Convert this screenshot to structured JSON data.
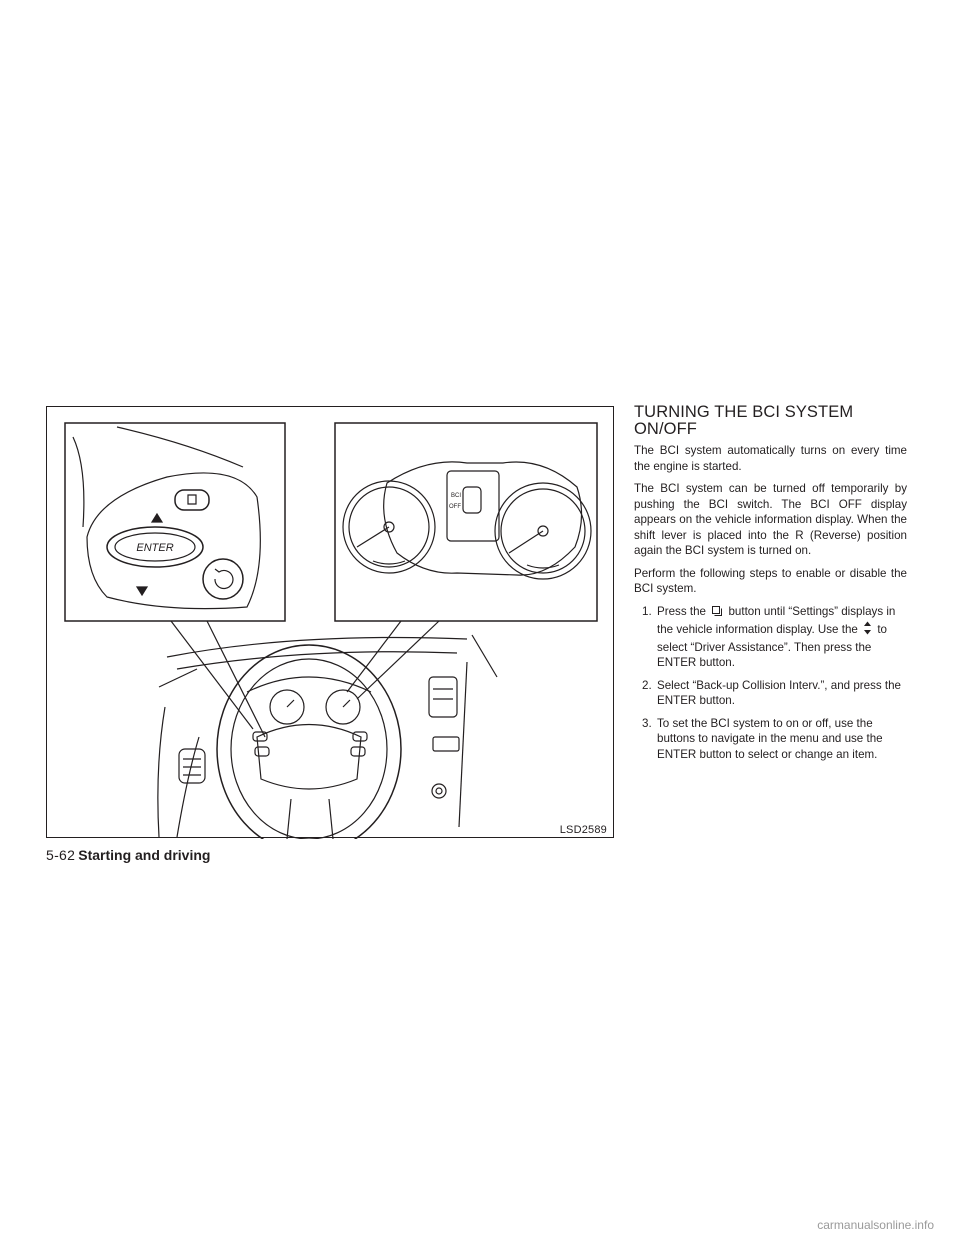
{
  "figure": {
    "code": "LSD2589",
    "cluster_label_top": "BCI",
    "cluster_label_bottom": "OFF",
    "enter_label": "ENTER"
  },
  "section": {
    "title_line1": "TURNING THE BCI SYSTEM",
    "title_line2": "ON/OFF",
    "paragraphs": [
      "The BCI system automatically turns on every time the engine is started.",
      "The BCI system can be turned off temporarily by pushing the BCI switch. The BCI OFF display appears on the vehicle information display. When the shift lever is placed into the R (Reverse) position again the BCI system is turned on.",
      "Perform the following steps to enable or disable the BCI system."
    ],
    "steps": [
      {
        "num": "1.",
        "pre": "Press the",
        "mid": "button until “Settings” displays in the vehicle information display. Use the",
        "post": "to select “Driver Assistance”. Then press the ENTER button."
      },
      {
        "num": "2.",
        "text": "Select “Back-up Collision Interv.”, and press the ENTER button."
      },
      {
        "num": "3.",
        "text": "To set the BCI system to on or off, use the buttons to navigate in the menu and use the ENTER button to select or change an item."
      }
    ]
  },
  "footer": {
    "page_number": "5-62",
    "section_name": "Starting and driving"
  },
  "watermark": "carmanualsonline.info",
  "colors": {
    "ink": "#231f20",
    "page": "#ffffff"
  }
}
